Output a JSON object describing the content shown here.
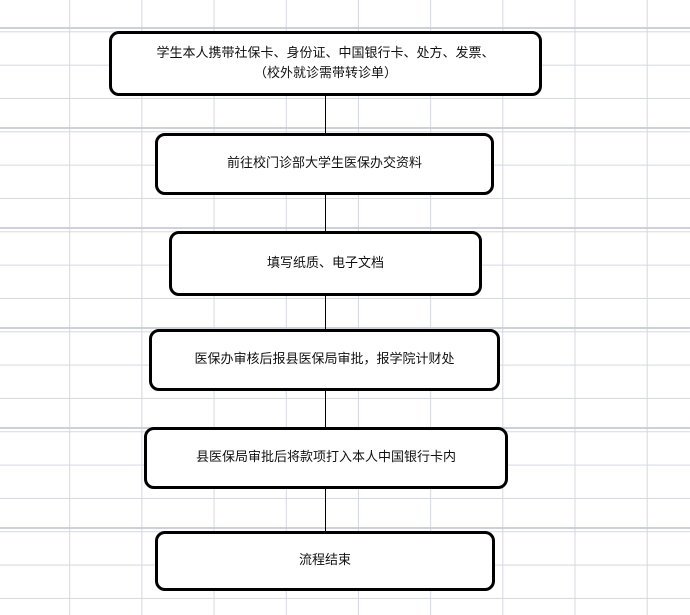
{
  "steps": [
    {
      "line1": "学生本人携带社保卡、身份证、中国银行卡、处方、发票、",
      "line2": "（校外就诊需带转诊单）"
    },
    {
      "text": "前往校门诊部大学生医保办交资料"
    },
    {
      "text": "填写纸质、电子文档"
    },
    {
      "text": "医保办审核后报县医保局审批，报学院计财处"
    },
    {
      "text": "县医保局审批后将款项打入本人中国银行卡内"
    },
    {
      "text": "流程结束"
    }
  ]
}
